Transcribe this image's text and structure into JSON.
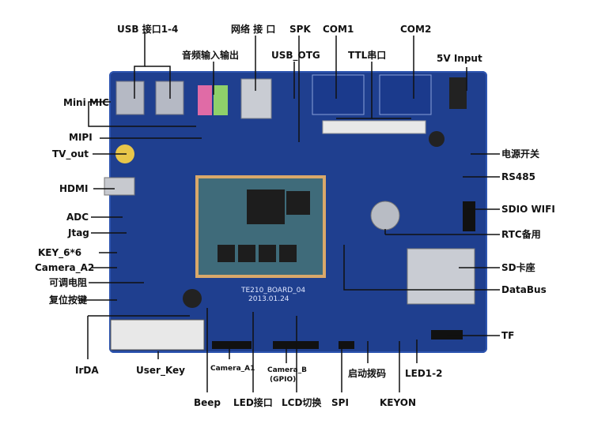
{
  "board_silkscreen": {
    "line1": "TE210_BOARD_04",
    "line2": "2013.01.24"
  },
  "callouts": {
    "usb": "USB 接口1-4",
    "network": "网络 接 口",
    "spk": "SPK",
    "com1": "COM1",
    "com2": "COM2",
    "audio": "音频输入输出",
    "usb_otg": "USB_OTG",
    "ttl_serial": "TTL串口",
    "power_5v": "5V Input",
    "mini_mic": "Mini MIC",
    "mipi": "MIPI",
    "tv_out": "TV_out",
    "power_switch": "电源开关",
    "hdmi": "HDMI",
    "rs485": "RS485",
    "adc": "ADC",
    "sdio_wifi": "SDIO WIFI",
    "jtag": "Jtag",
    "rtc": "RTC备用",
    "key": "KEY_6*6",
    "camera_a2": "Camera_A2",
    "sd_slot": "SD卡座",
    "potentiometer": "可调电阻",
    "databus": "DataBus",
    "reset": "复位按键",
    "tf": "TF",
    "irda": "IrDA",
    "user_key": "User_Key",
    "camera_a1": "Camera_A1",
    "camera_b": "Camera_B",
    "camera_b_sub": "(GPIO)",
    "boot_switch": "启动拨码",
    "led12": "LED1-2",
    "beep": "Beep",
    "led_port": "LED接口",
    "lcd_switch": "LCD切换",
    "spi": "SPI",
    "keyon": "KEYON"
  },
  "colors": {
    "board": "#1f3f8f",
    "module_border": "#d9a86a",
    "callout_line": "#111111"
  }
}
